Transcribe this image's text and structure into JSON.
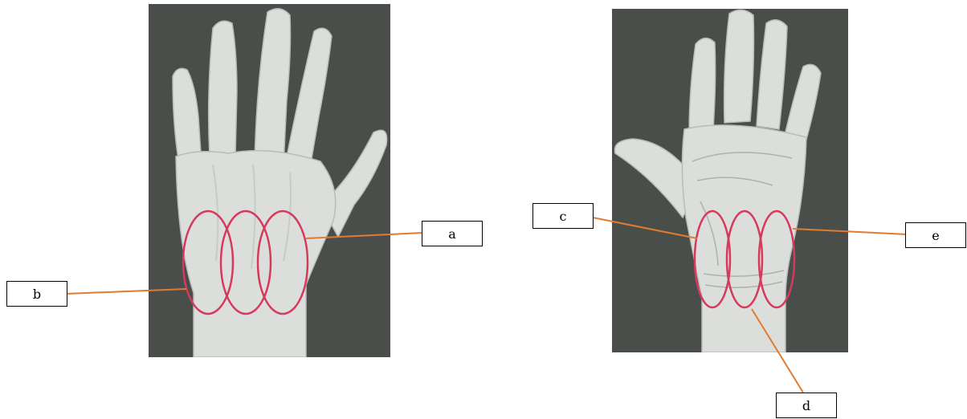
{
  "colors": {
    "background": "#ffffff",
    "photo_bg": "#4a4e4a",
    "skin": "#dcdedc",
    "skin_shadow": "#b9bcb9",
    "ring": "#d63a5a",
    "leader": "#e07b2f"
  },
  "photos": {
    "left": "back-of-hand-photo",
    "right": "palm-of-hand-photo"
  },
  "labels": {
    "a": "a",
    "b": "b",
    "c": "c",
    "d": "d",
    "e": "e"
  }
}
